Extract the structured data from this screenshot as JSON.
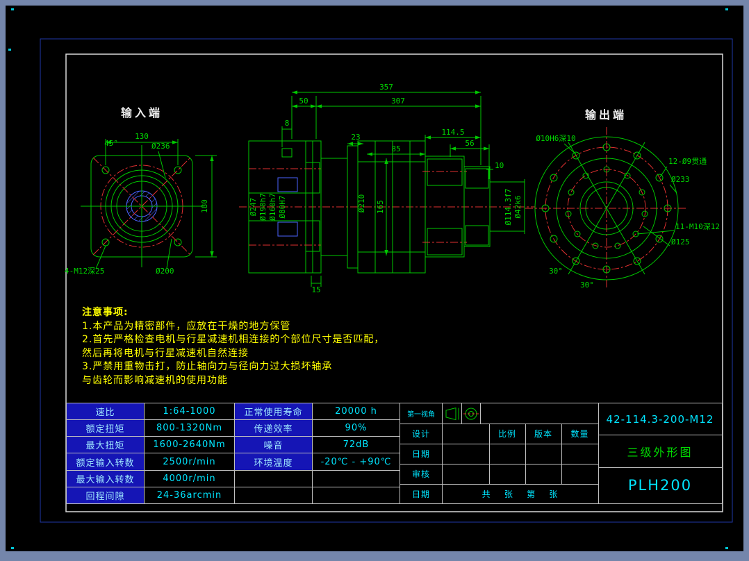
{
  "view_labels": {
    "input": "输入端",
    "output": "输出端"
  },
  "dims": {
    "left": {
      "d130": "130",
      "d45": "45°",
      "d236": "Ø236",
      "d180": "180",
      "m12": "4-M12深25",
      "d200": "Ø200"
    },
    "section": {
      "d357": "357",
      "d50": "50",
      "d307": "307",
      "d8": "8",
      "d23": "23",
      "d85": "85",
      "d114_5": "114.5",
      "d56": "56",
      "d10": "10",
      "d15": "15",
      "d247": "Ø247",
      "d190": "Ø190h7",
      "d160": "Ø160h7",
      "d80": "Ø80H7",
      "d210": "Ø210",
      "d165": "165",
      "d114_3": "Ø114.3f7",
      "d42": "Ø42k6"
    },
    "output": {
      "pin": "Ø10H6深10",
      "holes12": "12-Ø9贯通",
      "d233": "Ø233",
      "holes11": "11-M10深12",
      "d125": "Ø125",
      "a30a": "30°",
      "a30b": "30°"
    }
  },
  "notes": {
    "title": "注意事项:",
    "lines": [
      "1.本产品为精密部件，应放在干燥的地方保管",
      "2.首先严格检查电机与行星减速机相连接的个部位尺寸是否匹配，",
      "然后再将电机与行星减速机自然连接",
      "3.严禁用重物击打，防止轴向力与径向力过大损坏轴承",
      "与齿轮而影响减速机的使用功能"
    ]
  },
  "spec_table": {
    "rows": [
      {
        "k1": "速比",
        "v1": "1:64-1000",
        "k2": "正常使用寿命",
        "v2": "20000 h"
      },
      {
        "k1": "额定扭矩",
        "v1": "800-1320Nm",
        "k2": "传递效率",
        "v2": "90%"
      },
      {
        "k1": "最大扭矩",
        "v1": "1600-2640Nm",
        "k2": "噪音",
        "v2": "72dB"
      },
      {
        "k1": "额定输入转数",
        "v1": "2500r/min",
        "k2": "环境温度",
        "v2": "-20℃ - +90℃"
      },
      {
        "k1": "最大输入转数",
        "v1": "4000r/min",
        "k2": "",
        "v2": ""
      },
      {
        "k1": "回程间隙",
        "v1": "24-36arcmin",
        "k2": "",
        "v2": ""
      }
    ]
  },
  "title_block": {
    "first_view": "第一视角",
    "design": "设计",
    "date1": "日期",
    "audit": "审核",
    "date2": "日期",
    "scale": "比例",
    "version": "版本",
    "qty": "数量",
    "sheets": "共    张    第    张",
    "code": "42-114.3-200-M12",
    "drawing_name": "三级外形图",
    "model": "PLH200"
  },
  "colors": {
    "line_green": "#00c800",
    "centerline_red": "#e03030",
    "hatch_blue": "#4b63ff",
    "note_yellow": "#ffff00",
    "text_cyan": "#00e5ff",
    "table_key_bg": "#1515b5"
  }
}
